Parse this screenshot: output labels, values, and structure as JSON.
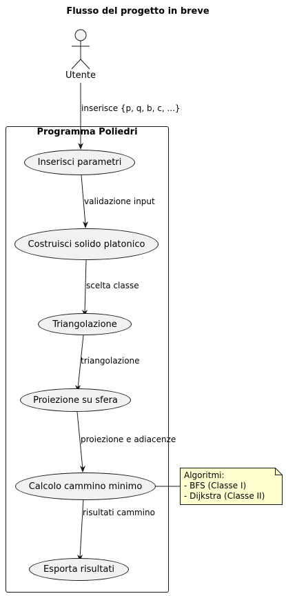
{
  "diagram": {
    "title": "Flusso del progetto in breve",
    "actor": {
      "name": "Utente"
    },
    "package": {
      "title": "Programma Poliedri"
    },
    "use_cases": [
      "Inserisci parametri",
      "Costruisci solido platonico",
      "Triangolazione",
      "Proiezione su sfera",
      "Calcolo cammino minimo",
      "Esporta risultati"
    ],
    "edges": [
      "inserisce {p, q, b, c, ...}",
      "validazione input",
      "scelta classe",
      "triangolazione",
      "proiezione e adiacenze",
      "risultati cammino"
    ],
    "note": {
      "lines": [
        "Algoritmi:",
        "- BFS (Classe I)",
        "- Dijkstra (Classe II)"
      ]
    },
    "colors": {
      "usecase_fill": "#f1f1f1",
      "note_fill": "#fefece",
      "stroke": "#181818"
    }
  }
}
